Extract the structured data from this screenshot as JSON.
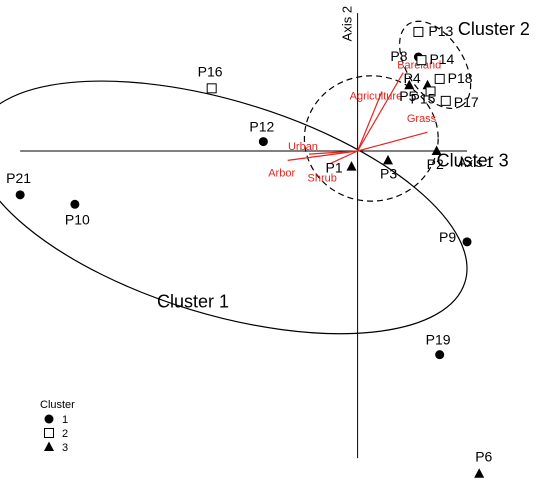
{
  "chart_data": {
    "type": "scatter",
    "title": "",
    "xlabel": "Axis 1",
    "ylabel": "Axis 2",
    "xlim": [
      -1.15,
      0.6
    ],
    "ylim": [
      -1.05,
      0.45
    ],
    "grid": false,
    "legend_placement": "bottom-left",
    "legend": {
      "title": "Cluster",
      "entries": [
        {
          "label": "1",
          "marker": "circle"
        },
        {
          "label": "2",
          "marker": "square"
        },
        {
          "label": "3",
          "marker": "triangle"
        }
      ]
    },
    "points": [
      {
        "label": "P1",
        "x": -0.02,
        "y": -0.05,
        "cluster": "3"
      },
      {
        "label": "P2",
        "x": 0.26,
        "y": 0.0,
        "cluster": "3"
      },
      {
        "label": "P3",
        "x": 0.1,
        "y": -0.03,
        "cluster": "3"
      },
      {
        "label": "P4",
        "x": 0.23,
        "y": 0.21,
        "cluster": "3"
      },
      {
        "label": "P5",
        "x": 0.17,
        "y": 0.21,
        "cluster": "3"
      },
      {
        "label": "P6",
        "x": 0.4,
        "y": -1.03,
        "cluster": "3"
      },
      {
        "label": "P8",
        "x": 0.2,
        "y": 0.3,
        "cluster": "1"
      },
      {
        "label": "P9",
        "x": 0.36,
        "y": -0.29,
        "cluster": "1"
      },
      {
        "label": "P10",
        "x": -0.93,
        "y": -0.17,
        "cluster": "1"
      },
      {
        "label": "P12",
        "x": -0.31,
        "y": 0.03,
        "cluster": "1"
      },
      {
        "label": "P13",
        "x": 0.2,
        "y": 0.38,
        "cluster": "2"
      },
      {
        "label": "P14",
        "x": 0.21,
        "y": 0.29,
        "cluster": "2"
      },
      {
        "label": "P15",
        "x": 0.24,
        "y": 0.19,
        "cluster": "2"
      },
      {
        "label": "P16",
        "x": -0.48,
        "y": 0.2,
        "cluster": "2"
      },
      {
        "label": "P17",
        "x": 0.29,
        "y": 0.16,
        "cluster": "2"
      },
      {
        "label": "P18",
        "x": 0.27,
        "y": 0.23,
        "cluster": "2"
      },
      {
        "label": "P19",
        "x": 0.27,
        "y": -0.65,
        "cluster": "1"
      },
      {
        "label": "P21",
        "x": -1.11,
        "y": -0.14,
        "cluster": "1"
      }
    ],
    "vectors": [
      {
        "label": "Bareland",
        "x": 0.15,
        "y": 0.25
      },
      {
        "label": "Agriculture",
        "x": 0.08,
        "y": 0.19
      },
      {
        "label": "Grass",
        "x": 0.23,
        "y": 0.06
      },
      {
        "label": "Urban",
        "x": -0.16,
        "y": -0.01
      },
      {
        "label": "Arbor",
        "x": -0.23,
        "y": -0.03
      },
      {
        "label": "Shrub",
        "x": -0.09,
        "y": -0.04
      }
    ],
    "cluster_regions": [
      {
        "label": "Cluster 1",
        "cx": -0.45,
        "cy": -0.18,
        "rx": 0.84,
        "ry": 0.34,
        "angle_deg": 17,
        "dashed": false
      },
      {
        "label": "Cluster 2",
        "cx": 0.255,
        "cy": 0.275,
        "rx": 0.16,
        "ry": 0.09,
        "angle_deg": 57,
        "dashed": true
      },
      {
        "label": "Cluster 3",
        "cx": 0.045,
        "cy": 0.04,
        "rx": 0.22,
        "ry": 0.2,
        "angle_deg": 0,
        "dashed": true
      }
    ],
    "colors": {
      "points": "#000000",
      "vectors": "#e8231e",
      "axes": "#000000"
    }
  }
}
